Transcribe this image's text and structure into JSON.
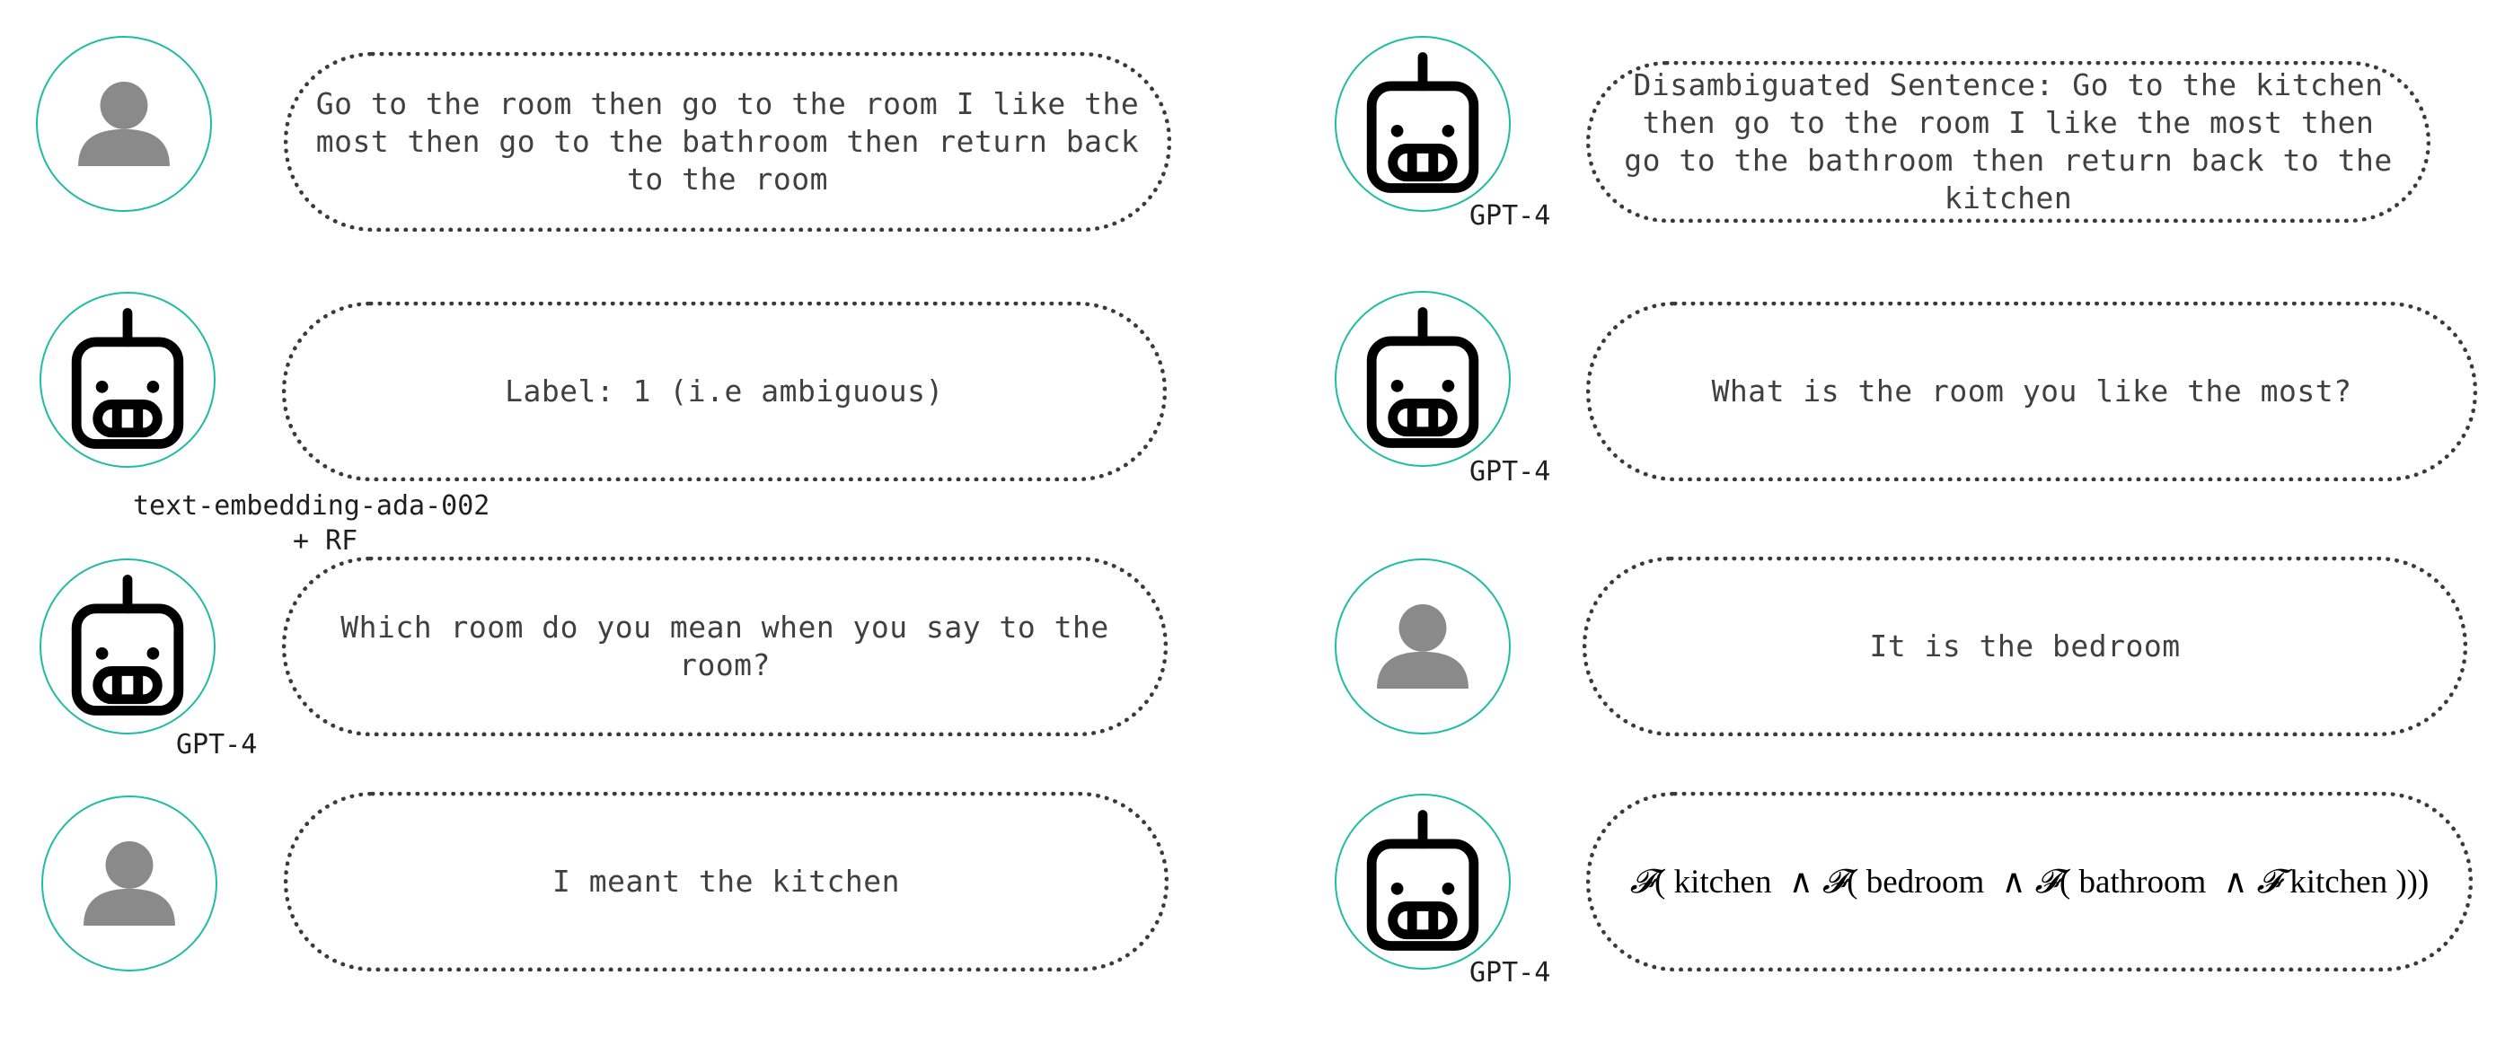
{
  "colors": {
    "avatar_ring": "#1fbba6",
    "human_fill": "#8a8a8a",
    "robot_stroke": "#000000",
    "bubble_border": "#3a3a3a",
    "text": "#404040"
  },
  "left": [
    {
      "role": "human",
      "icon": "person-icon",
      "text": "Go to the room then go to the room I like the most then go to the bathroom then return back to the room",
      "caption": ""
    },
    {
      "role": "model",
      "icon": "robot-icon",
      "text": "Label: 1 (i.e ambiguous)",
      "caption": "text-embedding-ada-002",
      "caption2": "+ RF"
    },
    {
      "role": "model",
      "icon": "robot-icon",
      "text": "Which room do you mean when you say to the room?",
      "caption": "GPT-4"
    },
    {
      "role": "human",
      "icon": "person-icon",
      "text": "I meant the kitchen",
      "caption": ""
    }
  ],
  "right": [
    {
      "role": "model",
      "icon": "robot-icon",
      "text": "Disambiguated Sentence: Go to the kitchen then go to the room I like the most then go to the bathroom then return back to the kitchen",
      "caption": "GPT-4"
    },
    {
      "role": "model",
      "icon": "robot-icon",
      "text": "What is the room you like the most?",
      "caption": "GPT-4"
    },
    {
      "role": "human",
      "icon": "person-icon",
      "text": "It is the bedroom",
      "caption": ""
    },
    {
      "role": "model",
      "icon": "robot-icon",
      "caption": "GPT-4",
      "formula": {
        "op": "𝓕",
        "t1": "( kitchen",
        "and": "∧",
        "t2": "( bedroom",
        "t3": "( bathroom",
        "t4": "kitchen )))"
      }
    }
  ]
}
